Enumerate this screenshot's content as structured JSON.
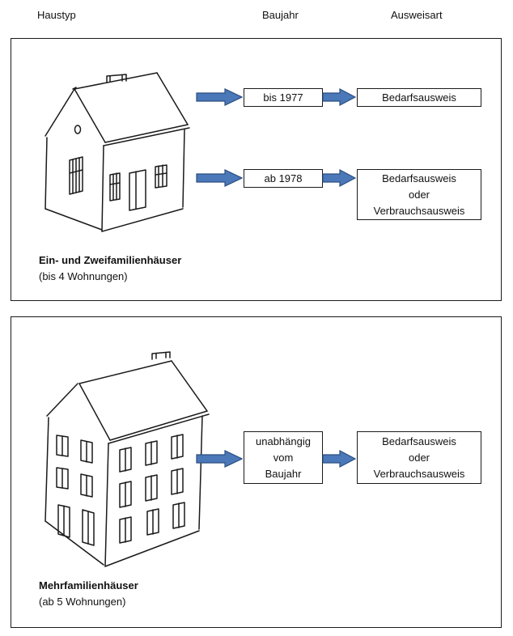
{
  "headers": {
    "haustyp": "Haustyp",
    "baujahr": "Baujahr",
    "ausweisart": "Ausweisart"
  },
  "panel1": {
    "title": "Ein- und Zweifamilienhäuser",
    "subtitle": "(bis 4 Wohnungen)",
    "rows": [
      {
        "baujahr": [
          "bis 1977"
        ],
        "ausweis": [
          "Bedarfsausweis"
        ]
      },
      {
        "baujahr": [
          "ab 1978"
        ],
        "ausweis": [
          "Bedarfsausweis",
          "oder",
          "Verbrauchsausweis"
        ]
      }
    ]
  },
  "panel2": {
    "title": "Mehrfamilienhäuser",
    "subtitle": "(ab 5 Wohnungen)",
    "rows": [
      {
        "baujahr": [
          "unabhängig",
          "vom",
          "Baujahr"
        ],
        "ausweis": [
          "Bedarfsausweis",
          "oder",
          "Verbrauchsausweis"
        ]
      }
    ]
  },
  "colors": {
    "arrow_fill": "#4a78b8",
    "arrow_stroke": "#2c4f80",
    "line": "#1a1a1a"
  },
  "icons": {
    "house_small": "single-family-house-sketch-icon",
    "house_large": "apartment-building-sketch-icon",
    "arrow": "right-arrow-icon"
  }
}
